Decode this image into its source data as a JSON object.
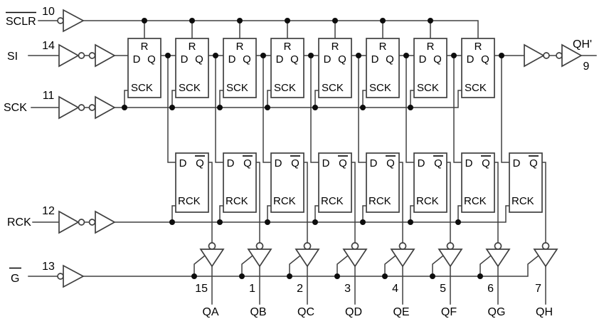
{
  "diagram": {
    "inputs": {
      "sclr": {
        "label": "SCLR",
        "pin": "10",
        "overline": true
      },
      "si": {
        "label": "SI",
        "pin": "14",
        "overline": false
      },
      "sck": {
        "label": "SCK",
        "pin": "11",
        "overline": false
      },
      "rck": {
        "label": "RCK",
        "pin": "12",
        "overline": false
      },
      "g": {
        "label": "G",
        "pin": "13",
        "overline": true
      }
    },
    "shift_register_cell": {
      "reset": "R",
      "data": "D",
      "output": "Q",
      "clock": "SCK"
    },
    "storage_cell": {
      "data": "D",
      "output": "Q",
      "output_overline": true,
      "clock": "RCK"
    },
    "outputs": [
      {
        "pin": "15",
        "label": "QA"
      },
      {
        "pin": "1",
        "label": "QB"
      },
      {
        "pin": "2",
        "label": "QC"
      },
      {
        "pin": "3",
        "label": "QD"
      },
      {
        "pin": "4",
        "label": "QE"
      },
      {
        "pin": "5",
        "label": "QF"
      },
      {
        "pin": "6",
        "label": "QG"
      },
      {
        "pin": "7",
        "label": "QH"
      }
    ],
    "serial_output": {
      "label": "QH'",
      "pin": "9"
    },
    "colors": {
      "wire": "#404040",
      "text": "#000000",
      "background": "#ffffff"
    }
  }
}
